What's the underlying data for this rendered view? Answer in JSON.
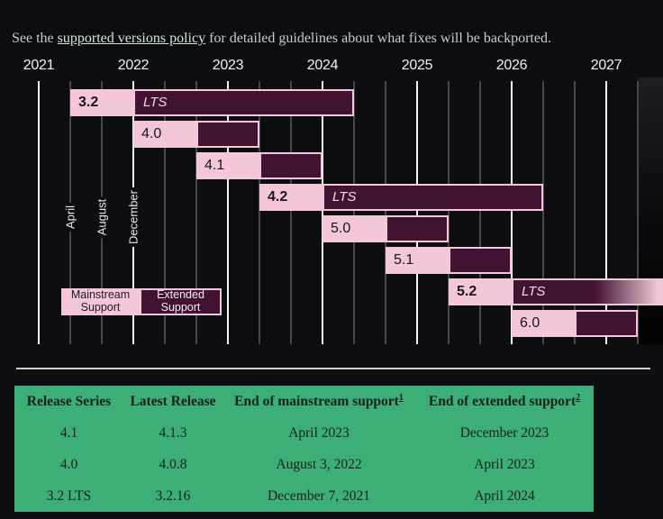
{
  "intro": {
    "prefix": "See the ",
    "link_text": "supported versions policy",
    "suffix": " for detailed guidelines about what fixes will be backported."
  },
  "colors": {
    "page_bg": "#0c0d10",
    "mainstream_pink": "#f3c7d9",
    "extended_maroon": "#421331",
    "table_green": "#3eae78",
    "link_mint": "#cde8d8",
    "major_gridline": "#f7f5f6",
    "minor_gridline": "#47474b"
  },
  "chart_data": {
    "type": "gantt-timeline",
    "title": "Release support timeline",
    "x_axis": {
      "years": [
        2021,
        2022,
        2023,
        2024,
        2025,
        2026,
        2027
      ],
      "minor_ticks_per_year": 3,
      "range": [
        2020.62,
        2027.6
      ]
    },
    "month_tick_labels": [
      {
        "label": "April",
        "x": 2021.3333
      },
      {
        "label": "August",
        "x": 2021.6667
      },
      {
        "label": "December",
        "x": 2022.0
      }
    ],
    "lts_label": "LTS",
    "legend": {
      "mainstream": "Mainstream Support",
      "extended": "Extended Support"
    },
    "bars": [
      {
        "version": "3.2",
        "lts": true,
        "bar_start": 2021.3333,
        "mainstream_until": 2022.0,
        "extended_until": 2024.3333,
        "fade_right": false
      },
      {
        "version": "4.0",
        "lts": false,
        "bar_start": 2022.0,
        "mainstream_until": 2022.6667,
        "extended_until": 2023.3333,
        "fade_right": false
      },
      {
        "version": "4.1",
        "lts": false,
        "bar_start": 2022.6667,
        "mainstream_until": 2023.3333,
        "extended_until": 2024.0,
        "fade_right": false
      },
      {
        "version": "4.2",
        "lts": true,
        "bar_start": 2023.3333,
        "mainstream_until": 2024.0,
        "extended_until": 2026.3333,
        "fade_right": false
      },
      {
        "version": "5.0",
        "lts": false,
        "bar_start": 2024.0,
        "mainstream_until": 2024.6667,
        "extended_until": 2025.3333,
        "fade_right": false
      },
      {
        "version": "5.1",
        "lts": false,
        "bar_start": 2024.6667,
        "mainstream_until": 2025.3333,
        "extended_until": 2026.0,
        "fade_right": false
      },
      {
        "version": "5.2",
        "lts": true,
        "bar_start": 2025.3333,
        "mainstream_until": 2026.0,
        "extended_until": 2027.62,
        "fade_right": true
      },
      {
        "version": "6.0",
        "lts": false,
        "bar_start": 2026.0,
        "mainstream_until": 2026.6667,
        "extended_until": 2027.3333,
        "fade_right": false
      }
    ]
  },
  "table": {
    "headers": [
      {
        "label": "Release Series",
        "sup": ""
      },
      {
        "label": "Latest Release",
        "sup": ""
      },
      {
        "label": "End of mainstream support",
        "sup": "1"
      },
      {
        "label": "End of extended support",
        "sup": "2"
      }
    ],
    "rows": [
      [
        "4.1",
        "4.1.3",
        "April 2023",
        "December 2023"
      ],
      [
        "4.0",
        "4.0.8",
        "August 3, 2022",
        "April 2023"
      ],
      [
        "3.2 LTS",
        "3.2.16",
        "December 7, 2021",
        "April 2024"
      ]
    ]
  }
}
